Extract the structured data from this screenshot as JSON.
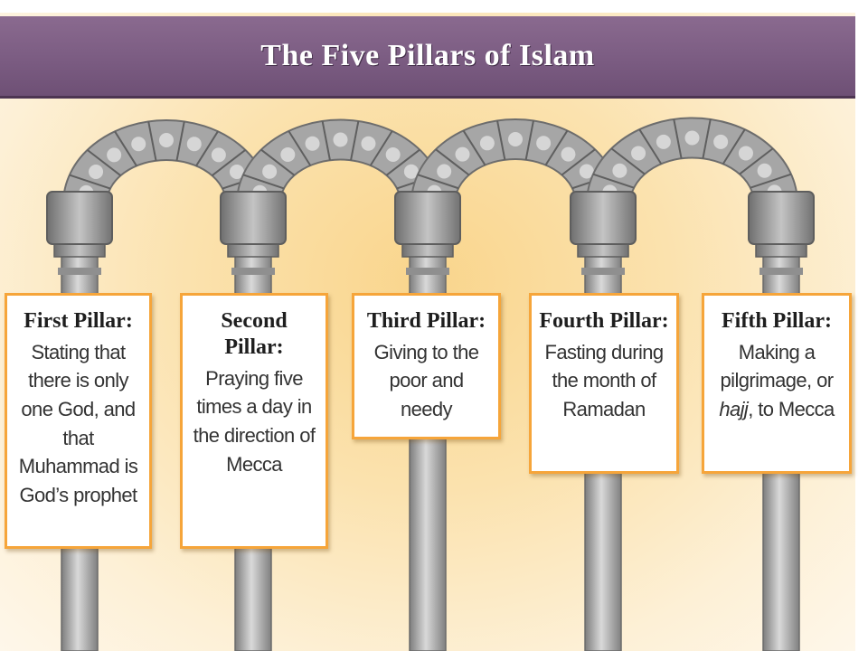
{
  "title": "The Five Pillars of Islam",
  "pillars": [
    {
      "heading": "First Pillar:",
      "description": "Stating that there is only one God, and that Muhammad is God’s prophet"
    },
    {
      "heading": "Second Pillar:",
      "description": "Praying five times a day in the direction of Mecca"
    },
    {
      "heading": "Third Pillar:",
      "description": "Giving to the poor and needy"
    },
    {
      "heading": "Fourth Pillar:",
      "description": "Fasting during the month of Ramadan"
    },
    {
      "heading": "Fifth Pillar:",
      "description_before": "Making a pilgrimage, or",
      "description_italic": "hajj",
      "description_after": ", to Mecca"
    }
  ],
  "colors": {
    "banner": "#7b5c82",
    "card_border": "#f6a53a",
    "background_glow": "#f9d58c",
    "stone": "#a6a6a6"
  }
}
